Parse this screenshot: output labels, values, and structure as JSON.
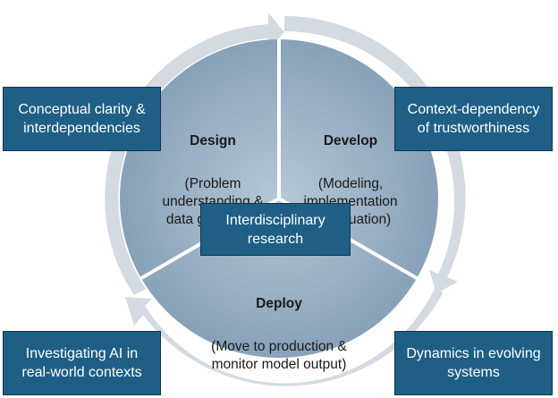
{
  "colors": {
    "outer_ring": "#d3dae2",
    "segment_inner": "#a9bccd",
    "segment_outer": "#8aa3b9",
    "divider": "#ffffff",
    "box_fill": "#1f5f86",
    "box_border": "#0f3550",
    "box_text": "#ffffff",
    "phase_text": "#1a1a1a"
  },
  "phases": {
    "design": {
      "title": "Design",
      "detail": "(Problem\nunderstanding &\ndata gathering)"
    },
    "develop": {
      "title": "Develop",
      "detail": "(Modeling,\nimplementation\n& evaluation)"
    },
    "deploy": {
      "title": "Deploy",
      "detail": "(Move to production &\nmonitor model output)"
    }
  },
  "boxes": {
    "center": "Interdisciplinary\nresearch",
    "top_left": "Conceptual clarity &\ninterdependencies",
    "top_right": "Context-dependency\nof trustworthiness",
    "bottom_left": "Investigating AI in\nreal-world contexts",
    "bottom_right": "Dynamics in evolving\nsystems"
  }
}
